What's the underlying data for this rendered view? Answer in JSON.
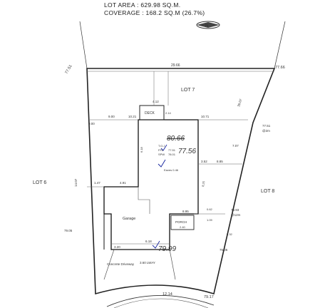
{
  "header": {
    "lot_area": "LOT AREA : 629.98 SQ.M.",
    "coverage": "COVERAGE : 168.2 SQ.M (26.7%)"
  },
  "compass": {
    "label": "N"
  },
  "lots": {
    "top": "LOT 7",
    "left": "LOT 6",
    "right": "LOT 8"
  },
  "boundary": {
    "top_len": "29.66",
    "bottom_len": "12.14",
    "corner_tl": "77.51",
    "corner_tr": "77.66",
    "corner_br": "79.17",
    "left_len": "14.07",
    "right_len": "30.07"
  },
  "rooms": {
    "deck": "DECK",
    "garage": "Garage",
    "porch": "PORCH"
  },
  "levels": {
    "hand_top": "80.66",
    "hand_mid": "77.56",
    "hand_bottom": "79.99",
    "ffl_block": [
      "T.O.J",
      "FFL",
      "SPW"
    ],
    "ffl_values": [
      "77.51",
      "78.01"
    ],
    "eaves": "Eaves 0.46",
    "spot1": "77.51",
    "spot2": "@2m"
  },
  "driveway": {
    "label": "Concrete Driveway",
    "sub": "3.60 LWAY"
  },
  "dims": {
    "d1": "9.00",
    "d2": "10.21",
    "d3": "10.71",
    "d4": "9.00",
    "d5": "4.12",
    "d6": "2.14",
    "d7": "6.18",
    "d8": "4.91",
    "d9": "1.47",
    "d10": "8.95",
    "d11": "2.40",
    "d12": "6.18",
    "d13": "3.20",
    "d14": "3.52",
    "d15": "8.85",
    "d16": "7.07",
    "d17": "0.62",
    "d18": "1.09",
    "d19": "8.25",
    "d20": "5.32",
    "d21": "79.93",
    "d22": "@12m",
    "d23": "75.05",
    "d24": "79.05"
  }
}
